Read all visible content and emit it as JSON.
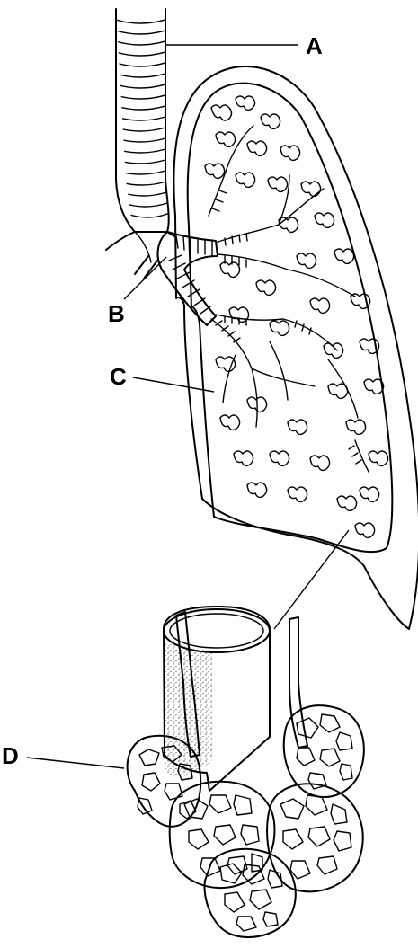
{
  "diagram": {
    "labels": {
      "a": "A",
      "b": "B",
      "c": "C",
      "d": "D"
    }
  },
  "colors": {
    "ink": "#000000",
    "background": "#ffffff",
    "stipple": "#000000"
  }
}
